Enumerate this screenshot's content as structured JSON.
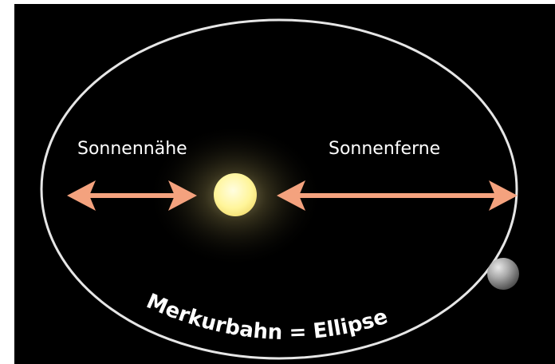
{
  "labels": {
    "perihelion": "Sonnennähe",
    "aphelion": "Sonnenferne",
    "orbit_caption": "Merkurbahn = Ellipse"
  },
  "colors": {
    "space": "#000000",
    "border": "#ffffff",
    "orbit": "#e6e6e6",
    "arrow": "#f4a27e",
    "sun": "#fff7a0",
    "sun_glow": "#fff3b0",
    "planet": "#9a9a9a"
  },
  "icons": {
    "sun": "sun-icon",
    "planet": "mercury-icon"
  }
}
